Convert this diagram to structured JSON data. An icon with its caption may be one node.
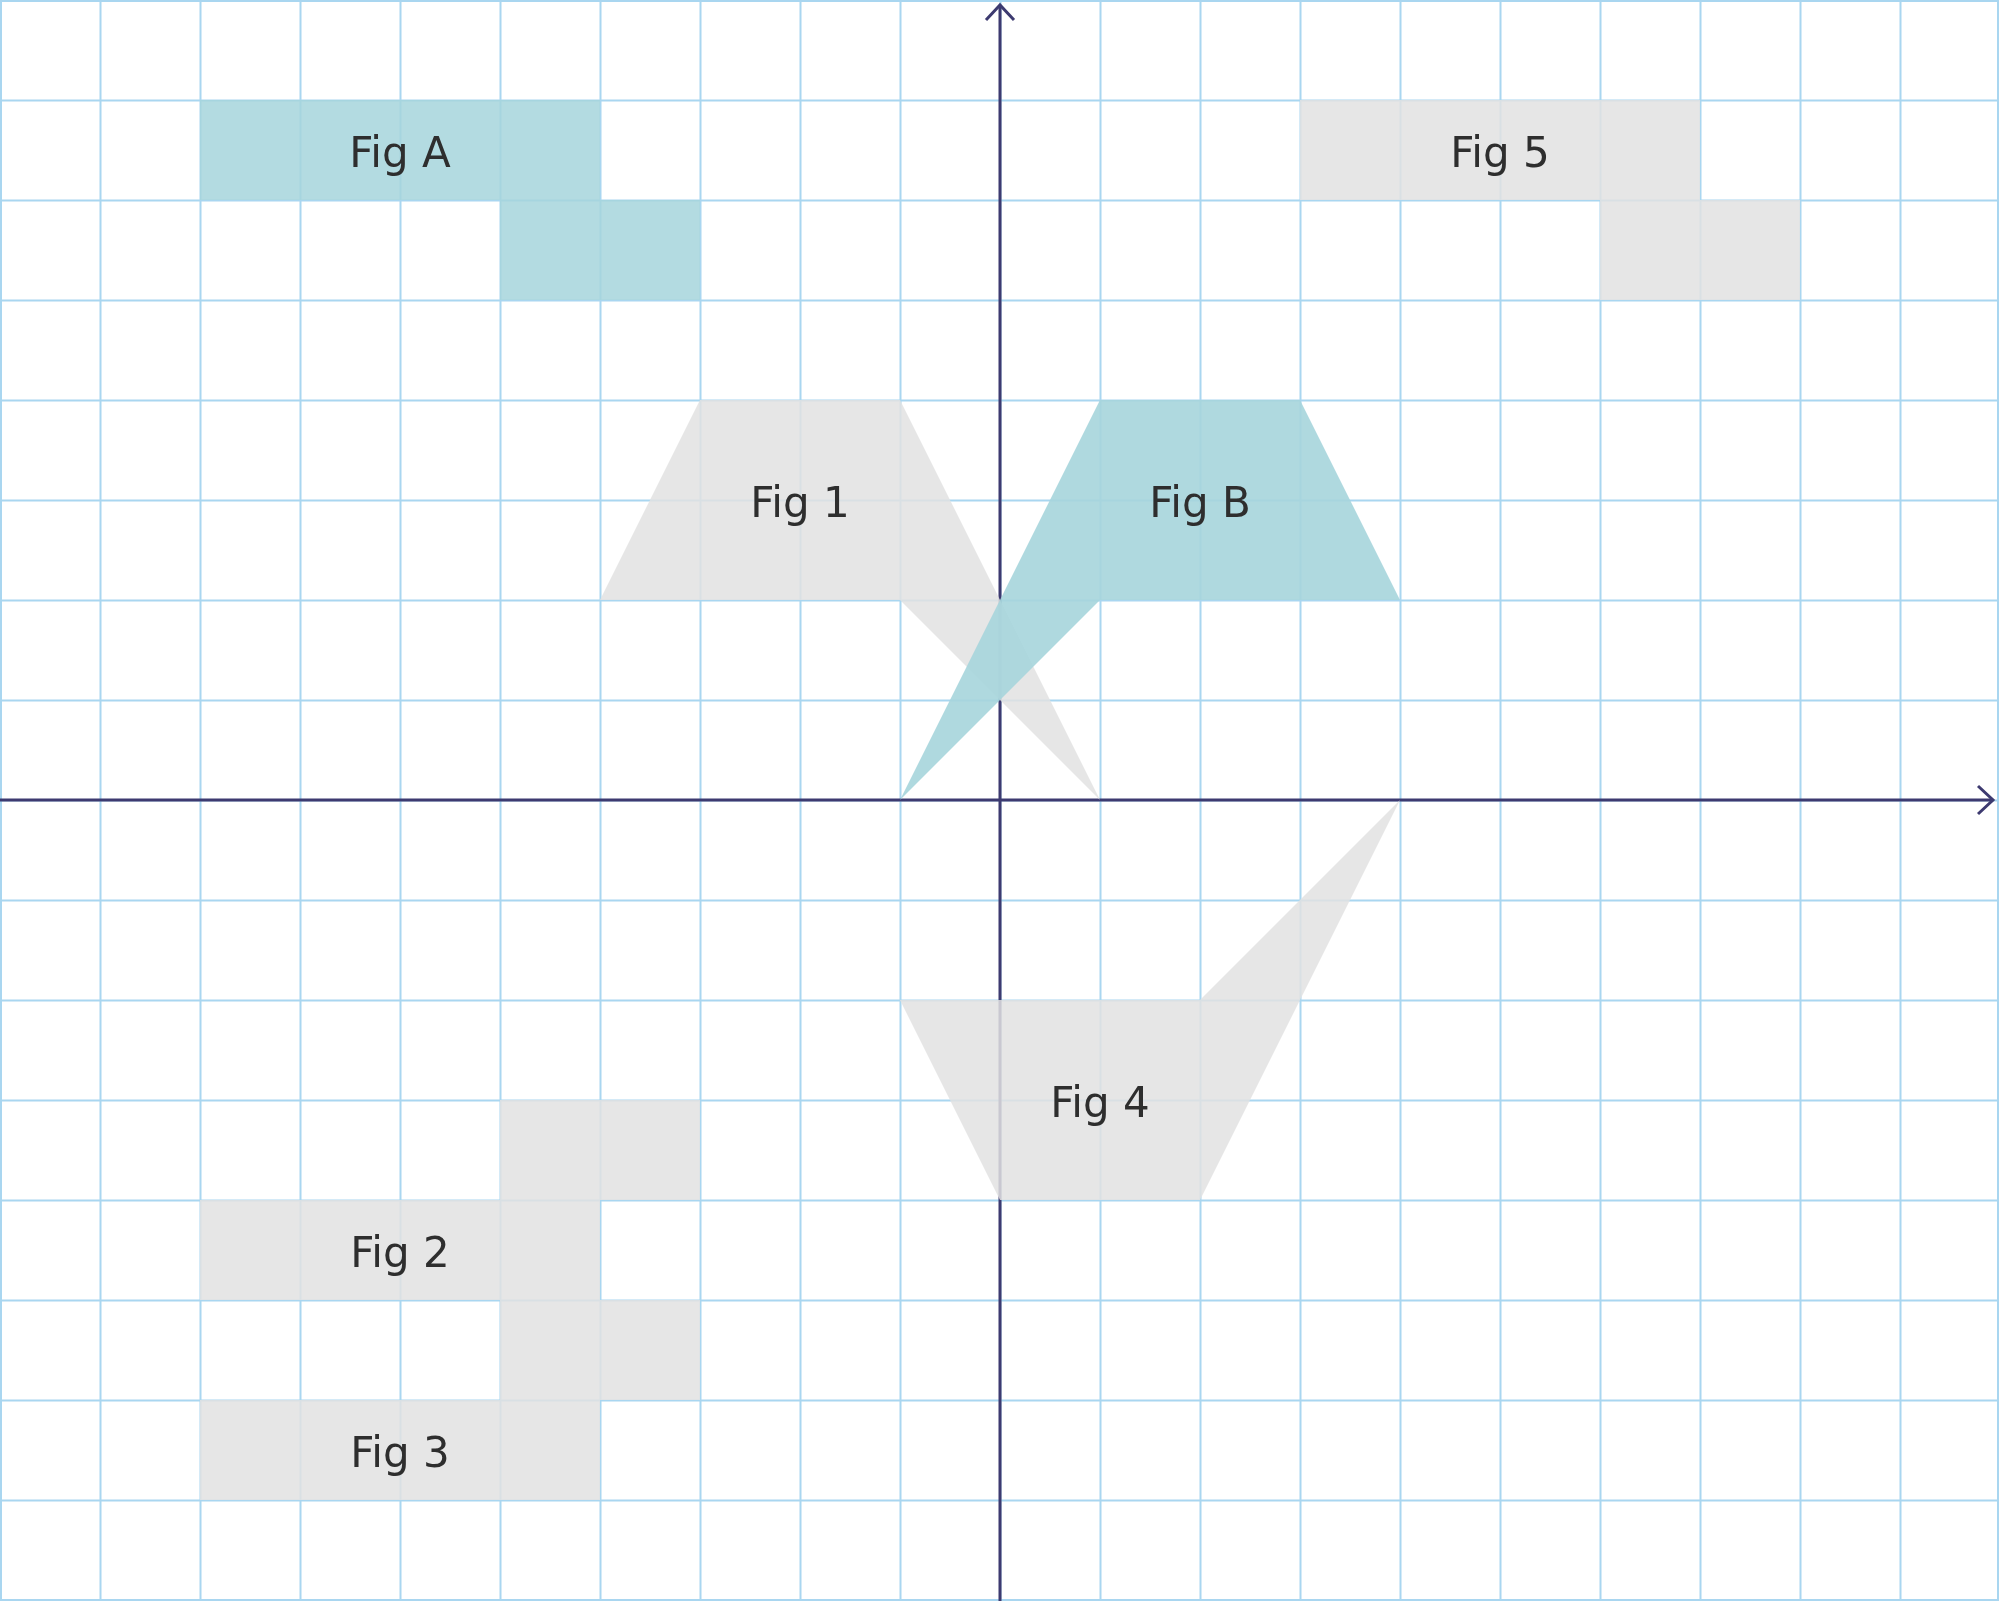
{
  "diagram": {
    "nodes": [
      {
        "text": [
          "Fig A"
        ]
      },
      {
        "text": [
          "Fig 5"
        ]
      },
      {
        "text": [
          "Fig 1"
        ]
      },
      {
        "text": [
          "Fig B"
        ]
      },
      {
        "text": [
          "Fig 4"
        ]
      },
      {
        "text": [
          "Fig 2"
        ]
      },
      {
        "text": [
          "Fig 3"
        ]
      }
    ]
  }
}
